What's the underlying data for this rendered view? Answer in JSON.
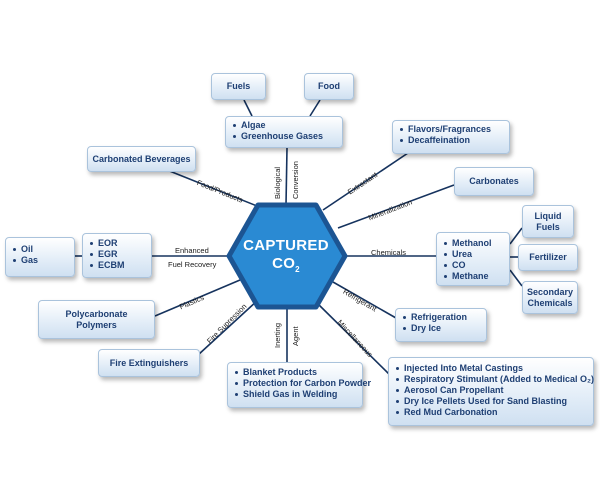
{
  "center": {
    "line1": "CAPTURED",
    "line2": "CO",
    "sub": "2"
  },
  "boxes": {
    "fuels": "Fuels",
    "food": "Food",
    "bio": [
      "Algae",
      "Greenhouse Gases"
    ],
    "carbonated_beverages": "Carbonated Beverages",
    "flavors": [
      "Flavors/Fragrances",
      "Decaffeination"
    ],
    "carbonates": "Carbonates",
    "oil_gas": [
      "Oil",
      "Gas"
    ],
    "eor": [
      "EOR",
      "EGR",
      "ECBM"
    ],
    "chemicals": [
      "Methanol",
      "Urea",
      "CO",
      "Methane"
    ],
    "liquid_fuels": "Liquid Fuels",
    "fertilizer": "Fertilizer",
    "secondary_chemicals": "Secondary Chemicals",
    "polycarbonate": "Polycarbonate Polymers",
    "refrigeration": [
      "Refrigeration",
      "Dry Ice"
    ],
    "fire_extinguishers": "Fire Extinguishers",
    "inerting": [
      "Blanket Products",
      "Protection for Carbon Powder",
      "Shield Gas in Welding"
    ],
    "misc": [
      "Injected Into Metal Castings",
      "Respiratory Stimulant (Added to Medical O₂)",
      "Aerosol Can Propellant",
      "Dry Ice Pellets Used for Sand Blasting",
      "Red Mud Carbonation"
    ]
  },
  "labels": {
    "biological": "Biological",
    "conversion": "Conversion",
    "food_products": "Food/Products",
    "extractant": "Extractant",
    "mineralization": "Mineralization",
    "enhanced": "Enhanced",
    "fuel_recovery": "Fuel Recovery",
    "chemicals": "Chemicals",
    "plastics": "Plastics",
    "refrigerant": "Refrigerant",
    "fire_supression": "Fire Supression",
    "inerting": "Inerting",
    "agent": "Agent",
    "miscellaneous": "Miscellaneous"
  },
  "colors": {
    "hex_fill": "#2a8ad3",
    "hex_border": "#1c5593",
    "line": "#16335e",
    "box_text": "#1e3f73"
  }
}
